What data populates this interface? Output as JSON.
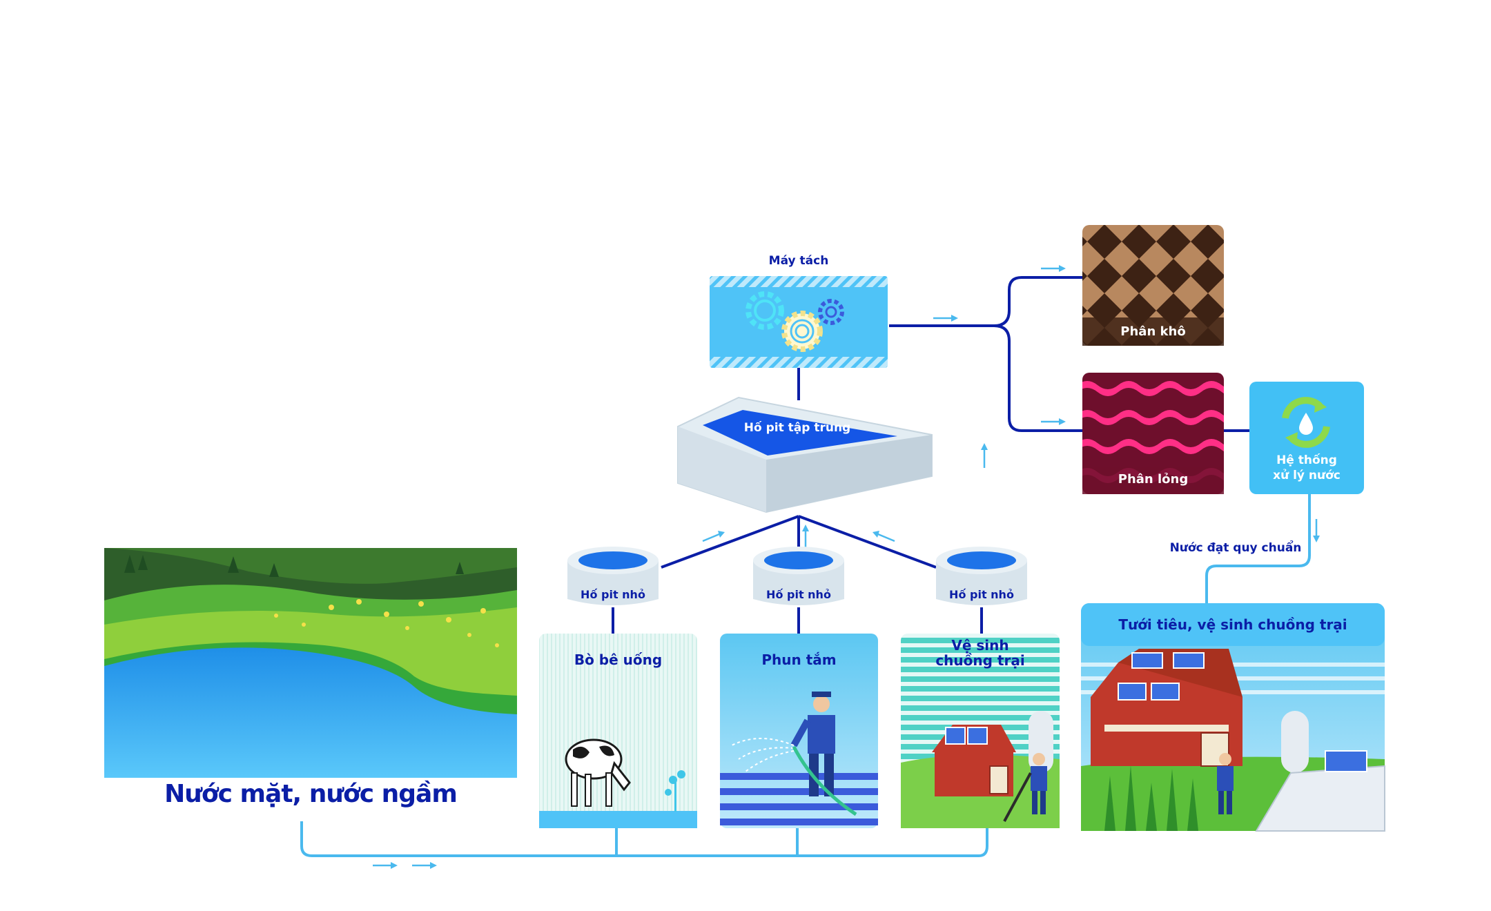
{
  "colors": {
    "line_dark": "#0b1ea6",
    "line_light": "#4ab9ee",
    "sky_blue": "#4fc3f7",
    "dry_brown": "#4a2a1b",
    "liquid_crimson": "#7a1131",
    "liquid_pink": "#ff2f86",
    "text_dark_blue": "#0b1ea6"
  },
  "source": {
    "label": "Nước mặt, nước ngầm"
  },
  "separator": {
    "label": "Máy tách"
  },
  "central_pit": {
    "label": "Hố pit tập trung"
  },
  "small_pits": [
    {
      "label": "Hố pit nhỏ"
    },
    {
      "label": "Hố pit nhỏ"
    },
    {
      "label": "Hố pit nhỏ"
    }
  ],
  "uses": [
    {
      "label": "Bò bê uống"
    },
    {
      "label": "Phun tắm"
    },
    {
      "label": "Vệ sinh\nchuồng trại"
    }
  ],
  "outputs": {
    "dry": {
      "label": "Phân khô"
    },
    "liquid": {
      "label": "Phân lỏng"
    }
  },
  "treatment": {
    "label": "Hệ thống\nxử lý nước",
    "icon": "recycle-water-icon"
  },
  "treated_flow": {
    "label": "Nước đạt quy chuẩn"
  },
  "irrigation": {
    "label": "Tưới tiêu, vệ sinh chuồng trại"
  }
}
